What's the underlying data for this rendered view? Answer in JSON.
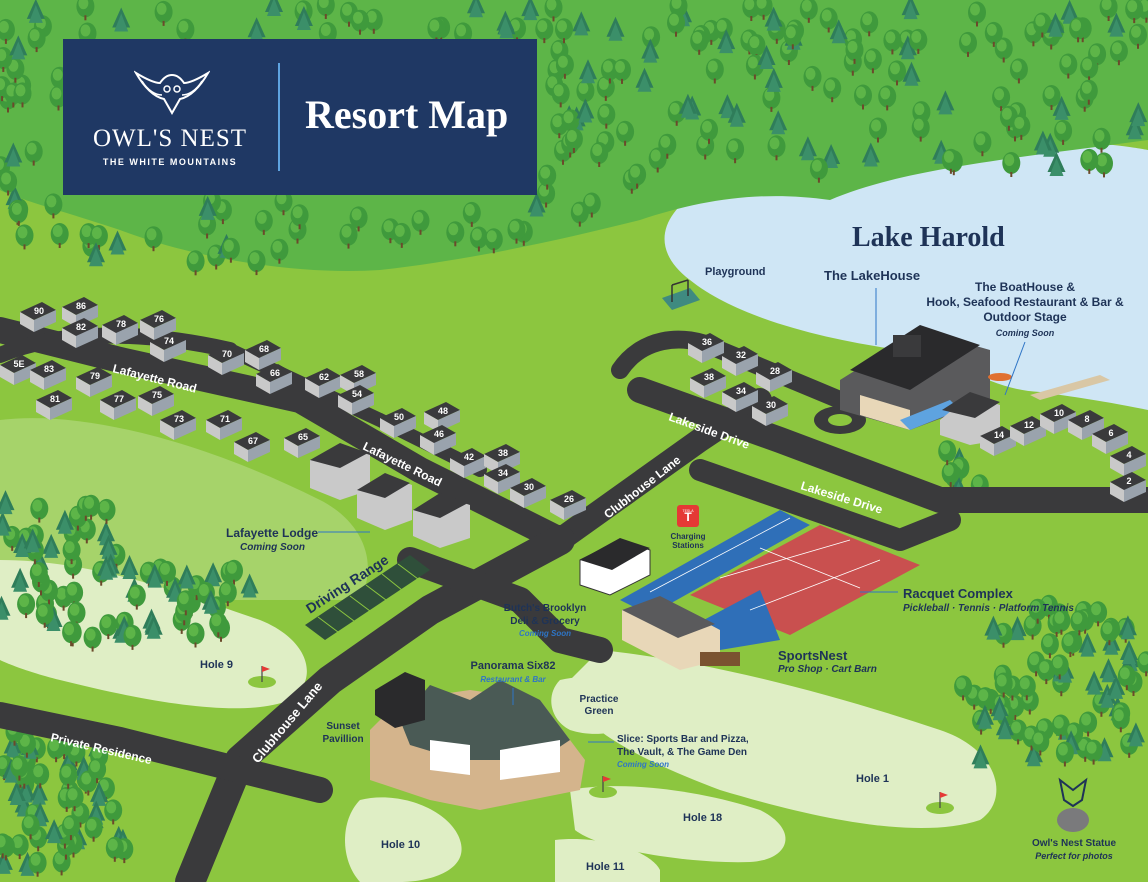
{
  "header": {
    "brand_name": "OWL'S NEST",
    "brand_tagline": "THE WHITE MOUNTAINS",
    "title": "Resort Map"
  },
  "lake": {
    "name": "Lake Harold"
  },
  "places": {
    "playground": "Playground",
    "lakehouse": "The LakeHouse",
    "boathouse_line1": "The BoatHouse &",
    "boathouse_line2": "Hook, Seafood Restaurant & Bar &",
    "boathouse_line3": "Outdoor Stage",
    "boathouse_note": "Coming Soon",
    "lafayette_lodge": "Lafayette Lodge",
    "lafayette_lodge_note": "Coming Soon",
    "driving_range": "Driving Range",
    "charging_line1": "Charging",
    "charging_line2": "Stations",
    "tesla": "TESLA",
    "butchs_line1": "Butch's Brooklyn",
    "butchs_line2": "Deli & Grocery",
    "butchs_note": "Coming Soon",
    "racquet": "Racquet Complex",
    "racquet_note": "Pickleball · Tennis · Platform Tennis",
    "sportsnest": "SportsNest",
    "sportsnest_note": "Pro Shop · Cart Barn",
    "panorama": "Panorama Six82",
    "panorama_note": "Restaurant & Bar",
    "practice_line1": "Practice",
    "practice_line2": "Green",
    "sunset_line1": "Sunset",
    "sunset_line2": "Pavillion",
    "slice_line1": "Slice: Sports Bar and Pizza,",
    "slice_line2": "The Vault, & The Game Den",
    "slice_note": "Coming Soon",
    "statue": "Owl's Nest Statue",
    "statue_note": "Perfect for photos"
  },
  "roads": {
    "lafayette_1": "Lafayette Road",
    "lafayette_2": "Lafayette Road",
    "clubhouse_1": "Clubhouse Lane",
    "clubhouse_2": "Clubhouse Lane",
    "lakeside_1": "Lakeside Drive",
    "lakeside_2": "Lakeside Drive",
    "private": "Private Residence"
  },
  "holes": {
    "h9": "Hole 9",
    "h1": "Hole 1",
    "h18": "Hole 18",
    "h10": "Hole 10",
    "h11": "Hole 11"
  },
  "units": {
    "u90": "90",
    "u86": "86",
    "u82": "82",
    "u78": "78",
    "u76": "76",
    "u74": "74",
    "u70": "70",
    "u68": "68",
    "u66": "66",
    "u62": "62",
    "u58": "58",
    "u54": "54",
    "u5e": "5E",
    "u83": "83",
    "u81": "81",
    "u79": "79",
    "u77": "77",
    "u75": "75",
    "u73": "73",
    "u71": "71",
    "u67": "67",
    "u65": "65",
    "u50": "50",
    "u48": "48",
    "u46": "46",
    "u42": "42",
    "u38": "38",
    "u34": "34",
    "u30a": "30",
    "u26": "26",
    "u36": "36",
    "u32": "32",
    "u28": "28",
    "u38b": "38",
    "u34b": "34",
    "u30b": "30",
    "u14": "14",
    "u12": "12",
    "u10": "10",
    "u8": "8",
    "u6": "6",
    "u4": "4",
    "u2": "2"
  },
  "colors": {
    "grass": "#8cc63f",
    "fairway": "#dfeec5",
    "road": "#3a3a3c",
    "lake": "#cfe6f5",
    "navy": "#1f3864",
    "accent_blue": "#2e75c6",
    "court_red": "#c9504f",
    "court_blue": "#2f6fb8"
  }
}
